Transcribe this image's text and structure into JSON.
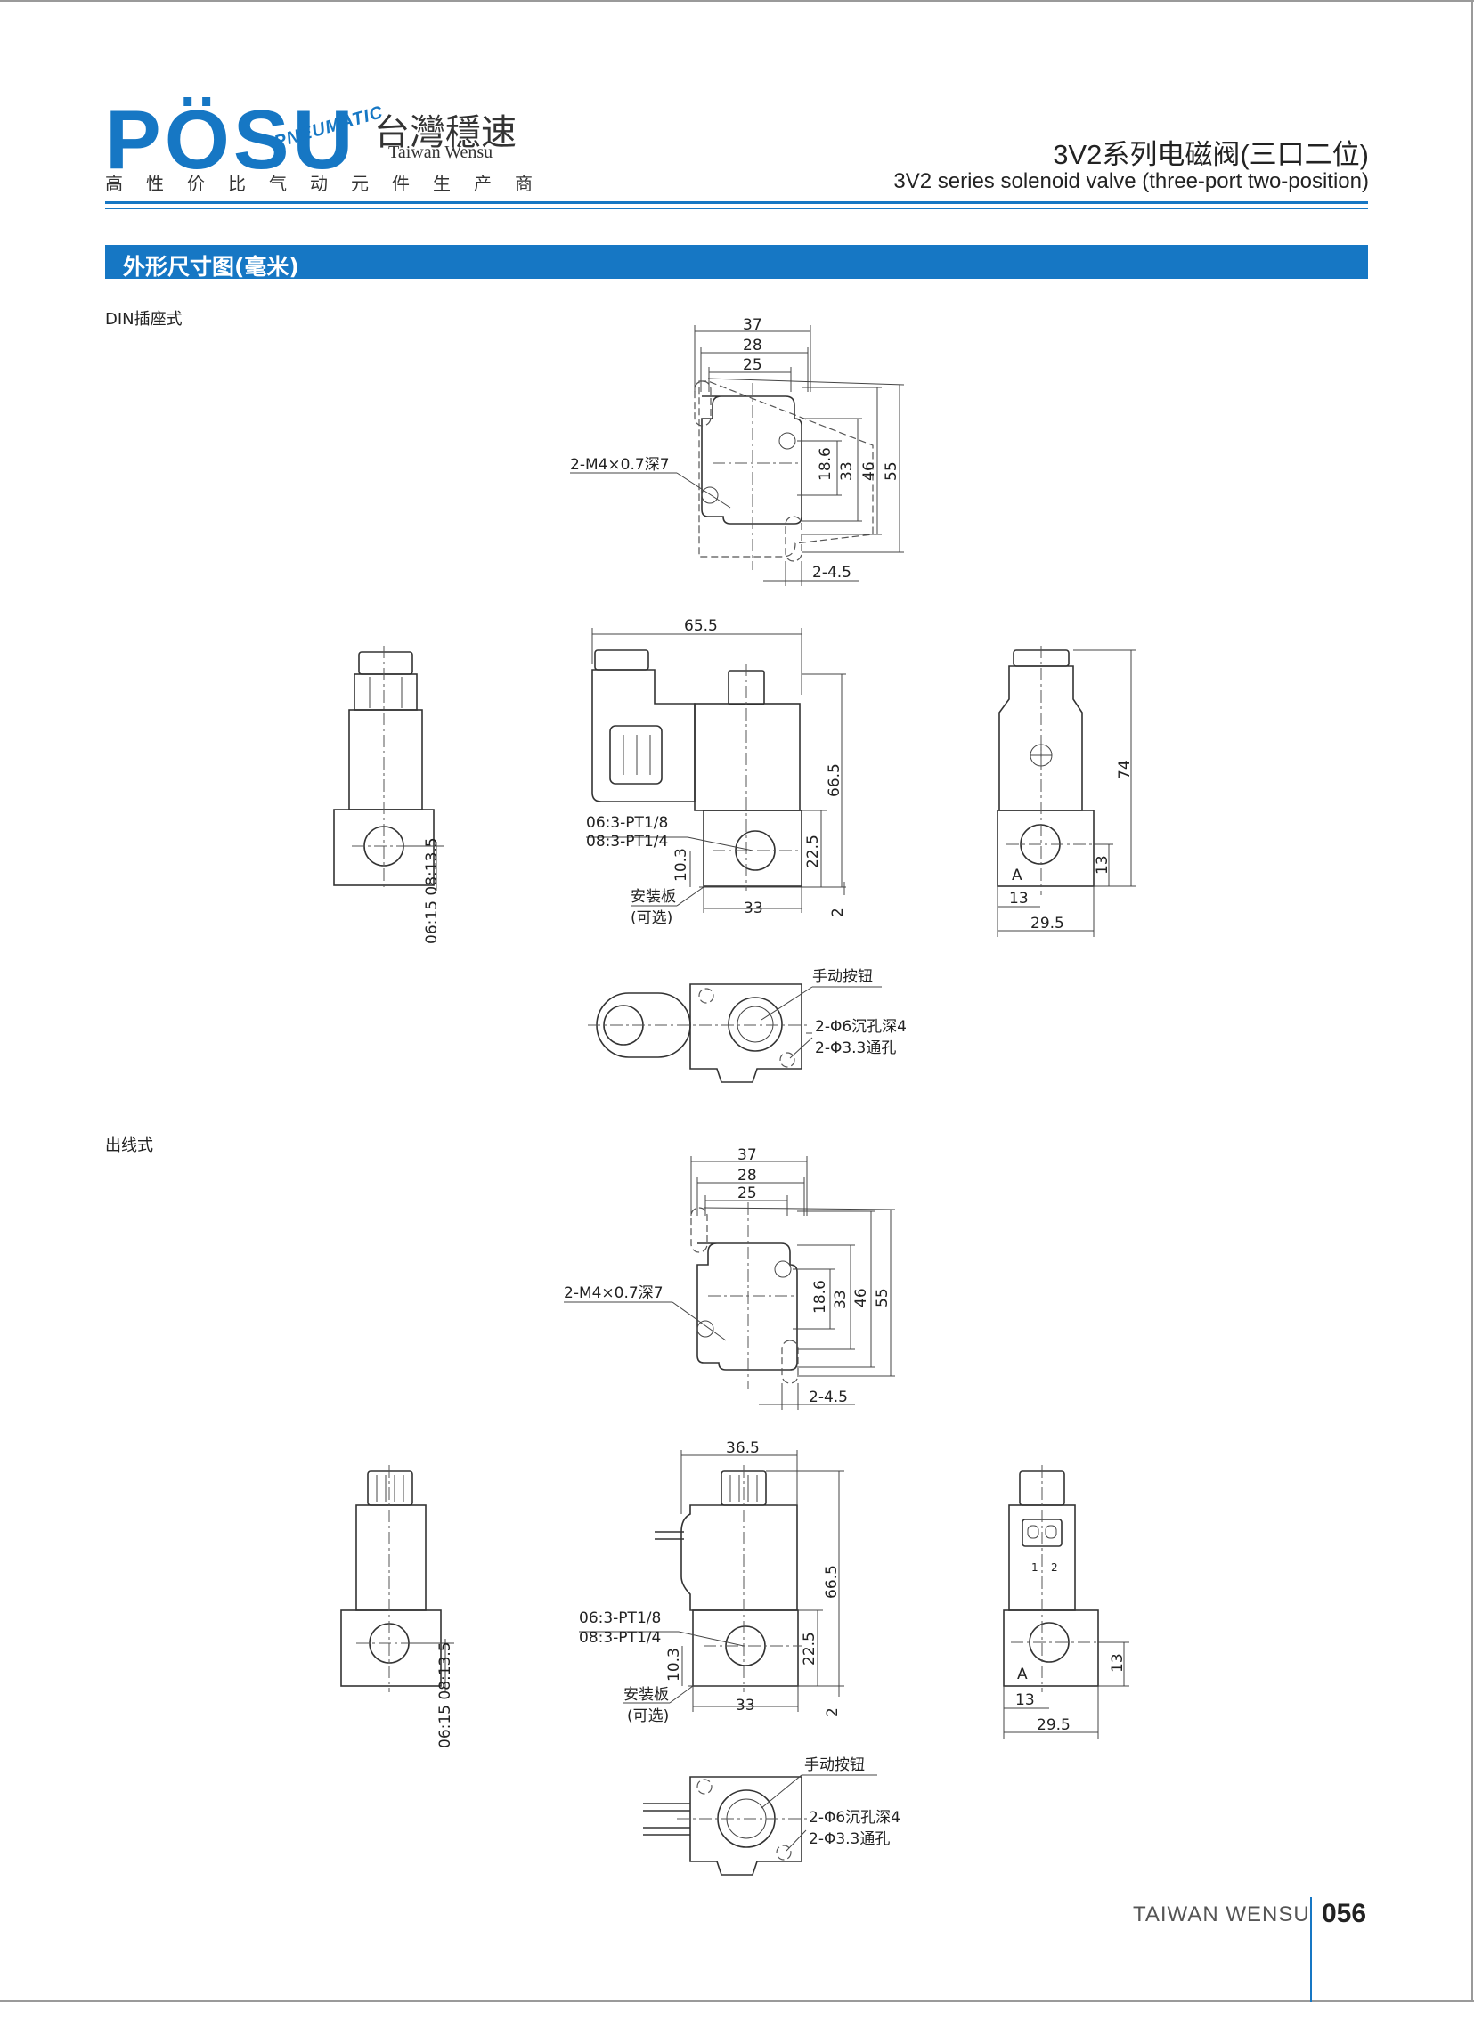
{
  "header": {
    "logo_text": "PÖSU",
    "logo_sub": "PNEUMATIC",
    "brand_cn": "台灣穩速",
    "brand_en": "Taiwan Wensu",
    "tagline": "高性价比气动元件生产商",
    "title_cn": "3V2系列电磁阀(三口二位)",
    "title_en": "3V2 series solenoid valve (three-port two-position)"
  },
  "section": {
    "title": "外形尺寸图(毫米)"
  },
  "variants": [
    {
      "label": "DIN插座式",
      "top_view": {
        "w1": "37",
        "w2": "28",
        "w3": "25",
        "thread": "2-M4×0.7深7",
        "h1": "18.6",
        "h2": "33",
        "h3": "46",
        "h4": "55",
        "slot": "2-4.5"
      },
      "front_view": {
        "width": "65.5",
        "height": "66.5",
        "port1": "06:3-PT1/8",
        "port2": "08:3-PT1/4",
        "d1": "10.3",
        "d2": "22.5",
        "base": "33",
        "plate": "2",
        "plate_label1": "安装板",
        "plate_label2": "(可选)"
      },
      "left_view": {
        "port_dims": "06:15 08:13.5"
      },
      "right_view": {
        "height": "74",
        "port_h": "13",
        "port_x": "13",
        "width": "29.5",
        "port_mark": "A"
      },
      "bottom_view": {
        "manual": "手动按钮",
        "hole1": "2-Φ6沉孔深4",
        "hole2": "2-Φ3.3通孔"
      }
    },
    {
      "label": "出线式",
      "top_view": {
        "w1": "37",
        "w2": "28",
        "w3": "25",
        "thread": "2-M4×0.7深7",
        "h1": "18.6",
        "h2": "33",
        "h3": "46",
        "h4": "55",
        "slot": "2-4.5"
      },
      "front_view": {
        "width": "36.5",
        "height": "66.5",
        "port1": "06:3-PT1/8",
        "port2": "08:3-PT1/4",
        "d1": "10.3",
        "d2": "22.5",
        "base": "33",
        "plate": "2",
        "plate_label1": "安装板",
        "plate_label2": "(可选)"
      },
      "left_view": {
        "port_dims": "06:15 08:13.5"
      },
      "right_view": {
        "port_h": "13",
        "port_x": "13",
        "width": "29.5",
        "port_mark": "A",
        "pin1": "1",
        "pin2": "2"
      },
      "bottom_view": {
        "manual": "手动按钮",
        "hole1": "2-Φ6沉孔深4",
        "hole2": "2-Φ3.3通孔"
      }
    }
  ],
  "footer": {
    "brand": "TAIWAN WENSU",
    "page": "056"
  },
  "colors": {
    "accent": "#1677c4",
    "text": "#222222"
  }
}
